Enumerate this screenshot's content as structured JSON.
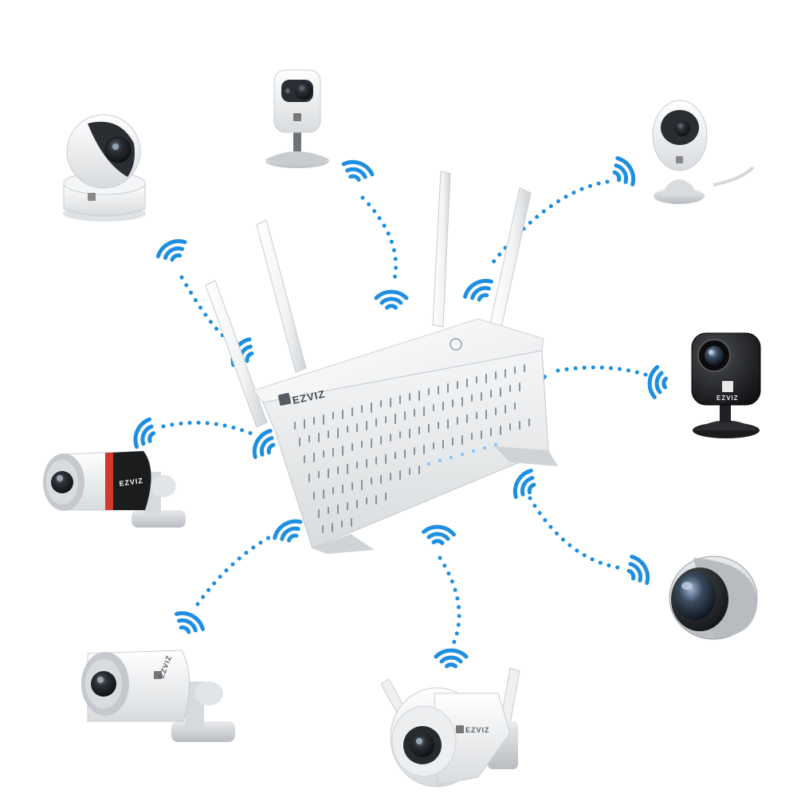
{
  "brand": {
    "logo_text": "EZVIZ",
    "wifi_color": "#1e8fe0"
  },
  "router": {
    "name": "nvr-router",
    "antenna_count": 4
  },
  "cameras": [
    {
      "id": "pan-tilt-camera",
      "type": "pan-tilt"
    },
    {
      "id": "mini-cube-camera",
      "type": "mini"
    },
    {
      "id": "mini-o-camera",
      "type": "egg"
    },
    {
      "id": "outdoor-bullet-camera-red",
      "type": "bullet"
    },
    {
      "id": "mini-plus-camera",
      "type": "black-mini"
    },
    {
      "id": "outdoor-bullet-camera-white",
      "type": "bullet"
    },
    {
      "id": "outdoor-wifi-camera",
      "type": "dual-antenna"
    },
    {
      "id": "mini-pano-camera",
      "type": "fisheye"
    }
  ]
}
